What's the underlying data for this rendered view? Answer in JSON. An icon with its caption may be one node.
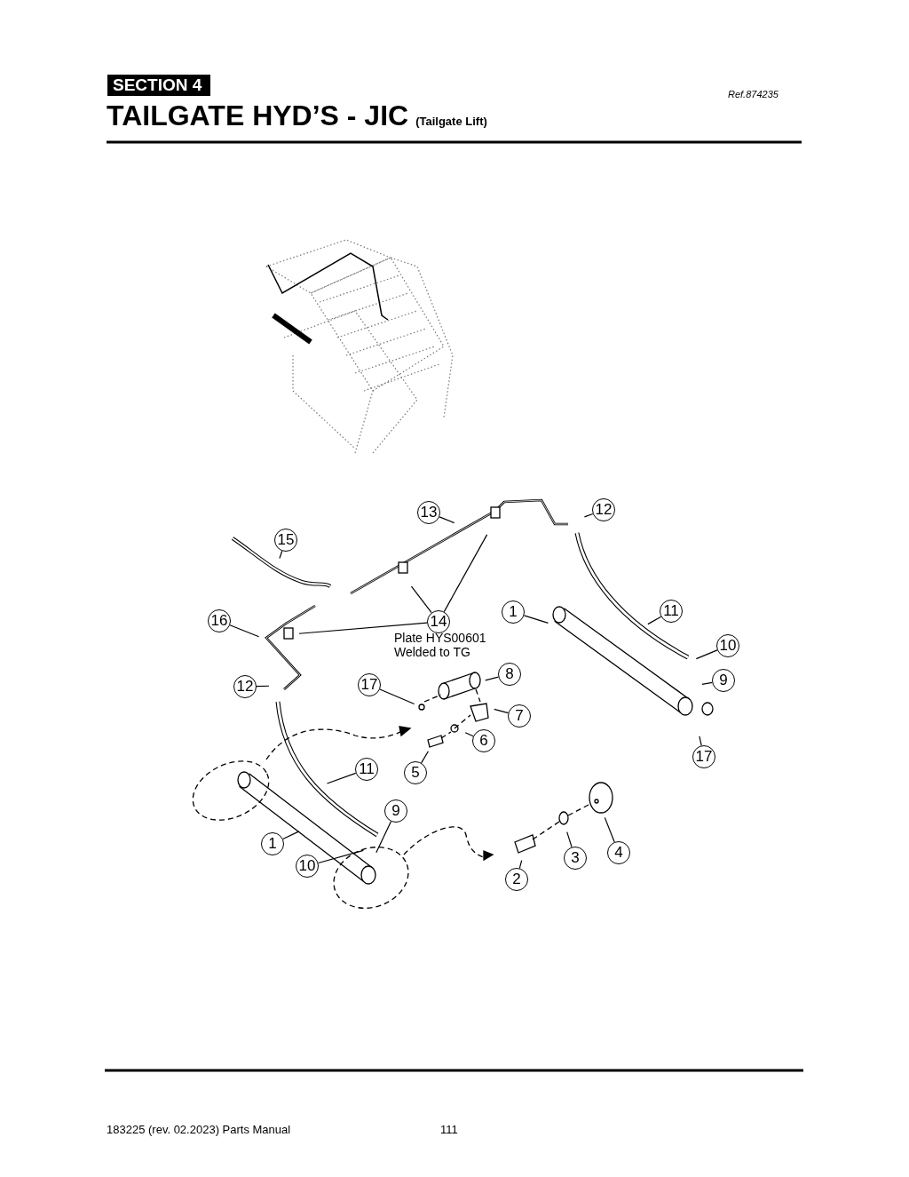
{
  "diagram": {
    "title": "TAILGATE HYD’S - JIC",
    "nodes": [
      {
        "text": [
          "13"
        ]
      },
      {
        "text": [
          "12"
        ]
      },
      {
        "text": [
          "15"
        ]
      },
      {
        "text": [
          "16"
        ]
      },
      {
        "text": [
          "14"
        ]
      },
      {
        "text": [
          "1"
        ]
      },
      {
        "text": [
          "11"
        ]
      },
      {
        "text": [
          "10"
        ]
      },
      {
        "text": [
          "9"
        ]
      },
      {
        "text": [
          "17"
        ]
      },
      {
        "text": [
          "17"
        ]
      },
      {
        "text": [
          "8"
        ]
      },
      {
        "text": [
          "7"
        ]
      },
      {
        "text": [
          "6"
        ]
      },
      {
        "text": [
          "5"
        ]
      },
      {
        "text": [
          "12"
        ]
      },
      {
        "text": [
          "11"
        ]
      },
      {
        "text": [
          "9"
        ]
      },
      {
        "text": [
          "1"
        ]
      },
      {
        "text": [
          "10"
        ]
      },
      {
        "text": [
          "2"
        ]
      },
      {
        "text": [
          "3"
        ]
      },
      {
        "text": [
          "4"
        ]
      }
    ],
    "edges": [
      {
        "from": 0,
        "to": null,
        "arrow": "none"
      },
      {
        "from": 1,
        "to": null,
        "arrow": "none"
      },
      {
        "from": 2,
        "to": null,
        "arrow": "none"
      },
      {
        "from": 3,
        "to": null,
        "arrow": "none"
      },
      {
        "from": 4,
        "to": null,
        "arrow": "none"
      },
      {
        "from": 4,
        "to": null,
        "arrow": "none"
      },
      {
        "from": 4,
        "to": null,
        "arrow": "none"
      },
      {
        "from": 5,
        "to": null,
        "arrow": "none"
      },
      {
        "from": 6,
        "to": null,
        "arrow": "none"
      },
      {
        "from": 7,
        "to": null,
        "arrow": "none"
      },
      {
        "from": 8,
        "to": null,
        "arrow": "none"
      },
      {
        "from": 9,
        "to": null,
        "arrow": "none"
      },
      {
        "from": 10,
        "to": null,
        "arrow": "none"
      },
      {
        "from": 11,
        "to": null,
        "arrow": "none"
      },
      {
        "from": 12,
        "to": null,
        "arrow": "none"
      },
      {
        "from": 13,
        "to": null,
        "arrow": "none"
      },
      {
        "from": 14,
        "to": null,
        "arrow": "none"
      },
      {
        "from": 15,
        "to": null,
        "arrow": "none"
      },
      {
        "from": 16,
        "to": null,
        "arrow": "none"
      },
      {
        "from": 17,
        "to": null,
        "arrow": "none"
      },
      {
        "from": 18,
        "to": null,
        "arrow": "none"
      },
      {
        "from": 19,
        "to": null,
        "arrow": "none"
      },
      {
        "from": 20,
        "to": null,
        "arrow": "none"
      },
      {
        "from": 21,
        "to": null,
        "arrow": "none"
      },
      {
        "from": 22,
        "to": null,
        "arrow": "none"
      }
    ],
    "labels": [
      "SECTION 4",
      "Ref.874235",
      "(Tailgate Lift)",
      "Plate HYS00601 Welded to TG",
      "183225 (rev. 02.2023) Parts Manual",
      "111"
    ]
  }
}
